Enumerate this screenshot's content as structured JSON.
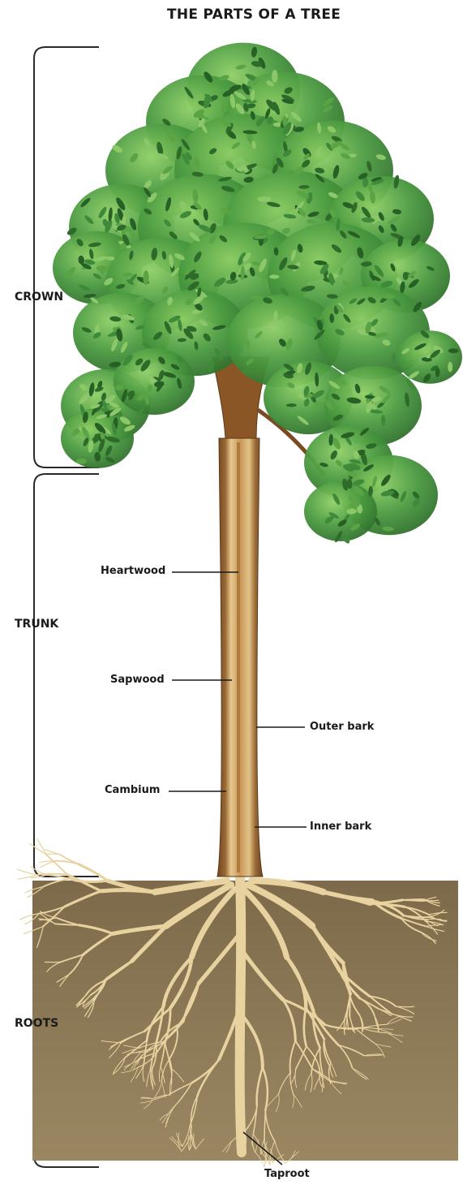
{
  "title": "THE PARTS OF A TREE",
  "sections": {
    "crown": "CROWN",
    "trunk": "TRUNK",
    "roots": "ROOTS"
  },
  "parts": {
    "heartwood": "Heartwood",
    "sapwood": "Sapwood",
    "cambium": "Cambium",
    "outer_bark": "Outer bark",
    "inner_bark": "Inner bark",
    "taproot": "Taproot"
  },
  "colors": {
    "foliage": "#3f8a3a",
    "foliage_light": "#7cbf5a",
    "trunk_bark": "#8a5a2b",
    "sapwood": "#d9b47a",
    "heartwood": "#b07a3e",
    "soil": "#8c7a58",
    "roots": "#e6cf9a"
  }
}
